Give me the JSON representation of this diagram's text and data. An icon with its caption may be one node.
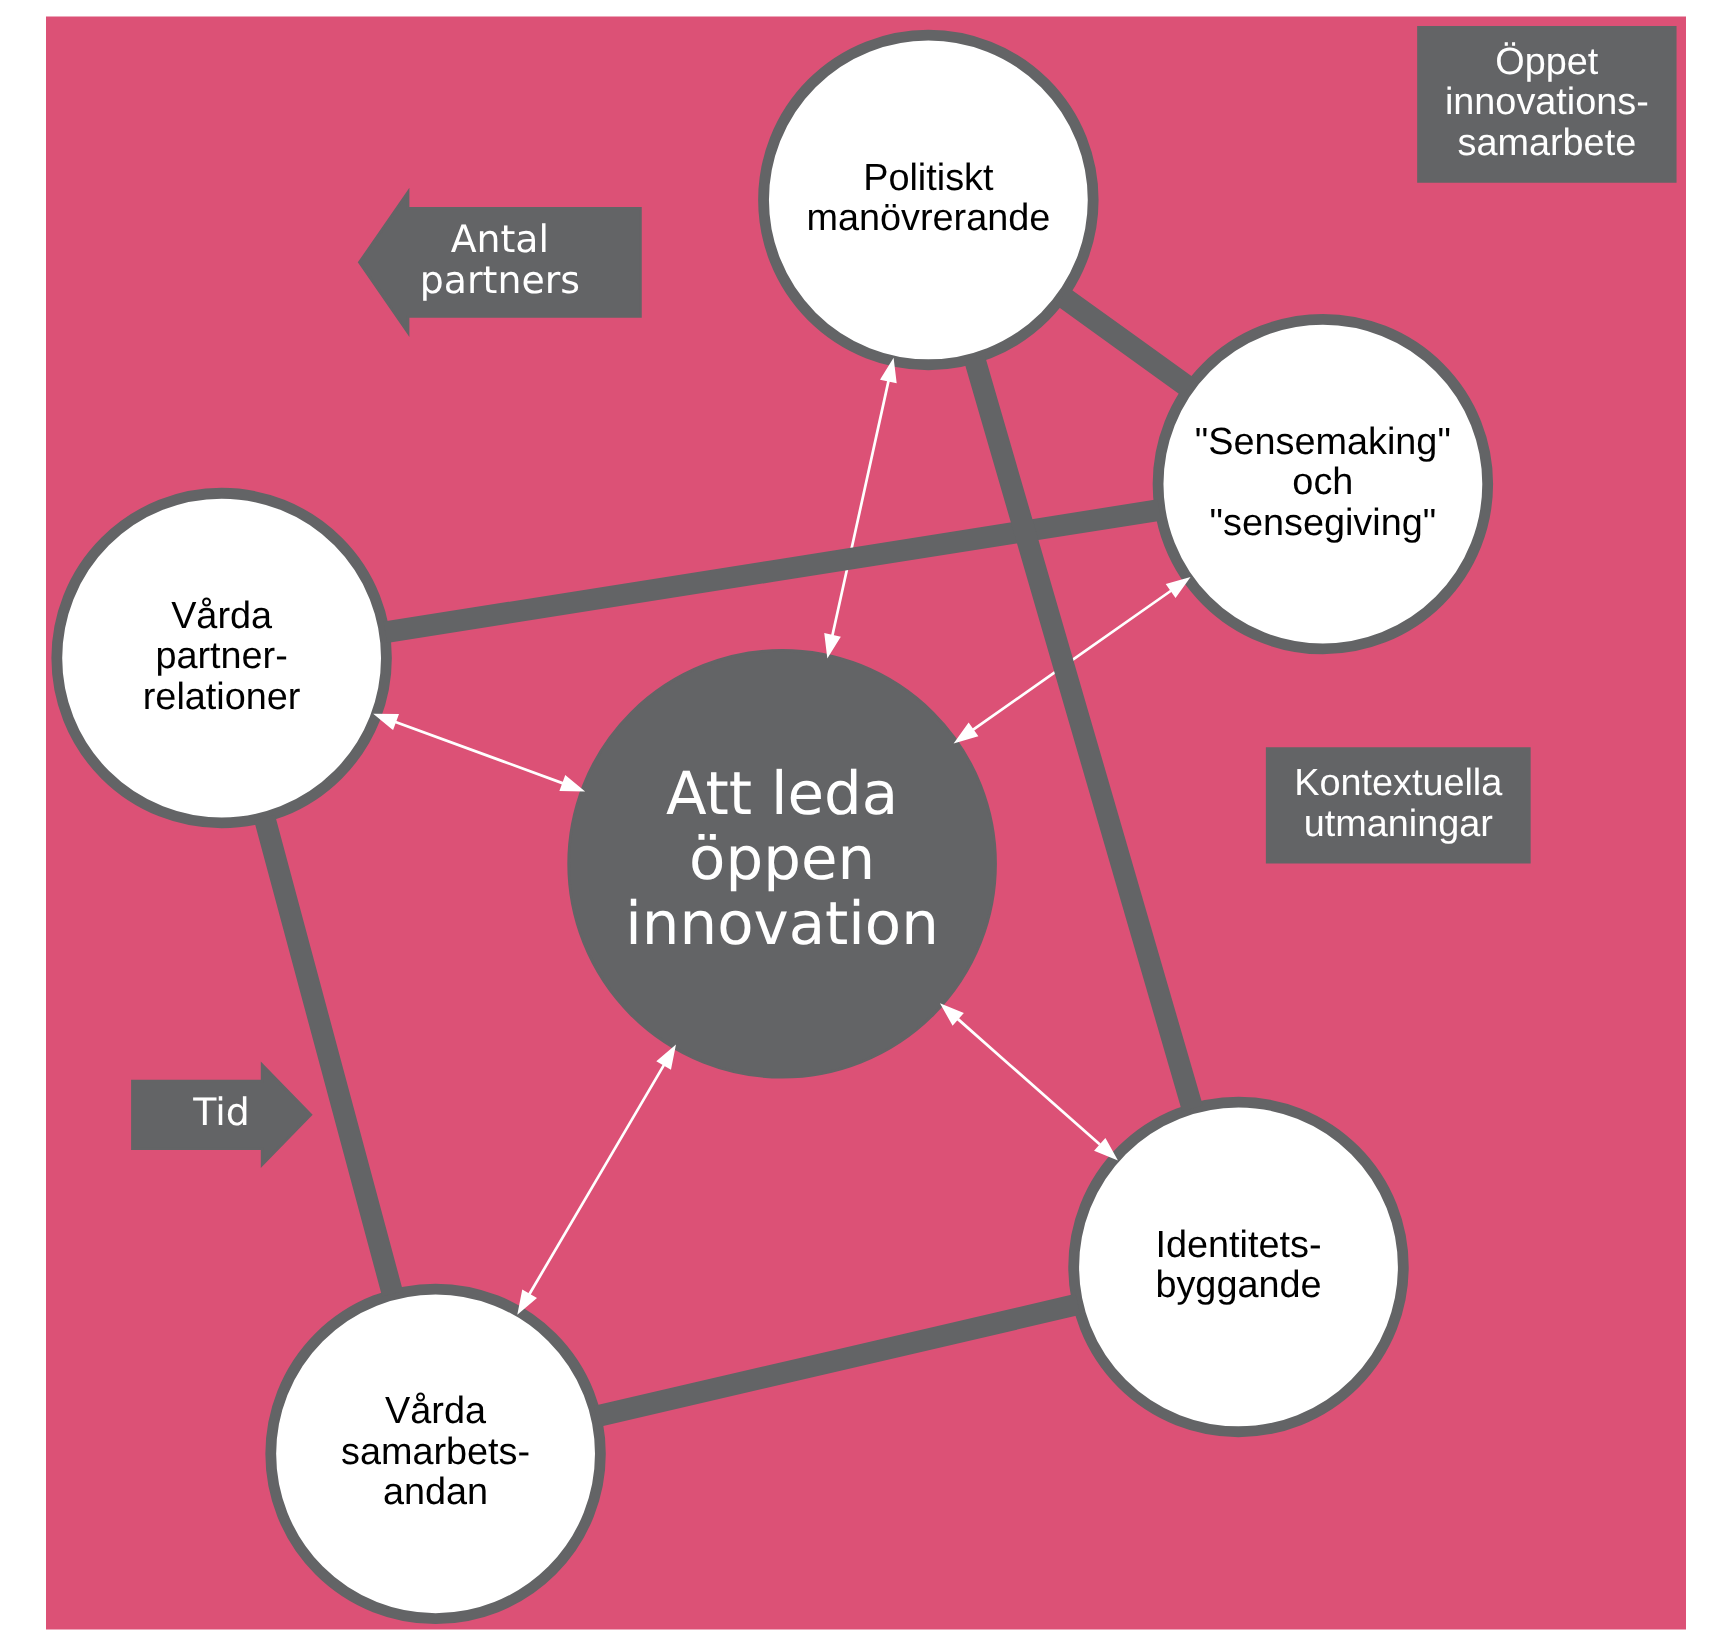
{
  "diagram": {
    "nodes": [
      {
        "text": [
          "Att leda öppen innovation"
        ]
      },
      {
        "text": [
          "Identitets-byggande"
        ]
      },
      {
        "text": [
          "Vårda samarbets-andan"
        ]
      },
      {
        "text": [
          "Vårda partner-relationer"
        ]
      },
      {
        "text": [
          "\"Sensemaking\" och \"sensegiving\""
        ]
      },
      {
        "text": [
          "Politiskt manövrerande"
        ]
      },
      {
        "text": [
          "Öppet innovations-samarbete"
        ]
      },
      {
        "text": [
          "Kontextuella utmaningar"
        ]
      },
      {
        "text": [
          "Tid"
        ]
      },
      {
        "text": [
          "Antal partners"
        ]
      }
    ],
    "edges": [
      {
        "from": 0,
        "to": 1,
        "arrow": "both"
      },
      {
        "from": 0,
        "to": 2,
        "arrow": "both"
      },
      {
        "from": 0,
        "to": 3,
        "arrow": "both"
      },
      {
        "from": 0,
        "to": 4,
        "arrow": "both"
      },
      {
        "from": 0,
        "to": 5,
        "arrow": "both"
      },
      {
        "from": 1,
        "to": 2,
        "arrow": "none",
        "style": "thick",
        "color": "#636466"
      },
      {
        "from": 2,
        "to": 3,
        "arrow": "none",
        "style": "thick",
        "color": "#636466"
      },
      {
        "from": 3,
        "to": 4,
        "arrow": "none",
        "style": "thick",
        "color": "#636466"
      },
      {
        "from": 4,
        "to": 5,
        "arrow": "none",
        "style": "thick",
        "color": "#636466"
      },
      {
        "from": 5,
        "to": 1,
        "arrow": "none",
        "style": "thick",
        "color": "#636466"
      }
    ]
  }
}
